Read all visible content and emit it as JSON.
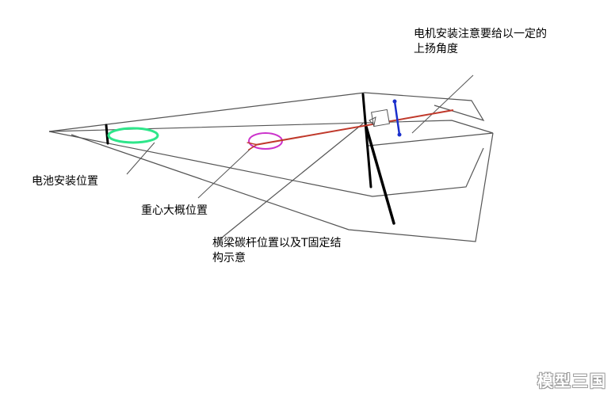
{
  "annotations": {
    "motor_mount": {
      "line1": "电机安装注意要给以一定的",
      "line2": "上扬角度"
    },
    "battery": "电池安装位置",
    "center_of_gravity": "重心大概位置",
    "crossbar": {
      "line1": "横梁碳杆位置以及T固定结",
      "line2": "构示意"
    }
  },
  "watermark": "模型三国",
  "colors": {
    "outline": "#555555",
    "spar": "#000000",
    "battery_marker": "#2ee68a",
    "cg_marker": "#cc33cc",
    "thrust_arrow": "#c0392b",
    "motor_mount": "#1a2fcc"
  }
}
